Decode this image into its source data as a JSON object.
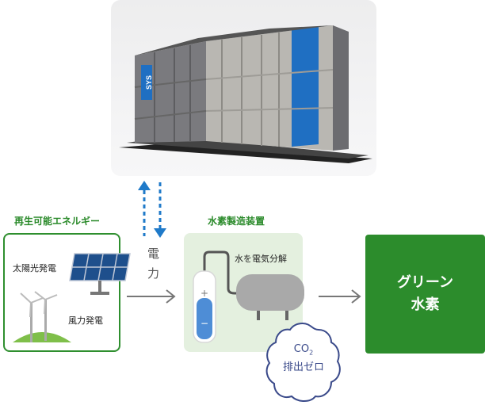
{
  "renewable": {
    "title": "再生可能エネルギー",
    "solar_label": "太陽光発電",
    "wind_label": "風力発電"
  },
  "power_label": "電力",
  "hydrogen_plant": {
    "title": "水素製造装置",
    "electrolysis_label": "水を電気分解"
  },
  "result": {
    "line1": "グリーン",
    "line2": "水素"
  },
  "co2": {
    "prefix": "CO",
    "subscript": "2",
    "line2": "排出ゼロ"
  },
  "container_logo": "SYS",
  "colors": {
    "green": "#2c8c2c",
    "light_green": "#e4f0df",
    "blue_arrow": "#1f7ac9",
    "co2_text": "#3a4a8a"
  }
}
